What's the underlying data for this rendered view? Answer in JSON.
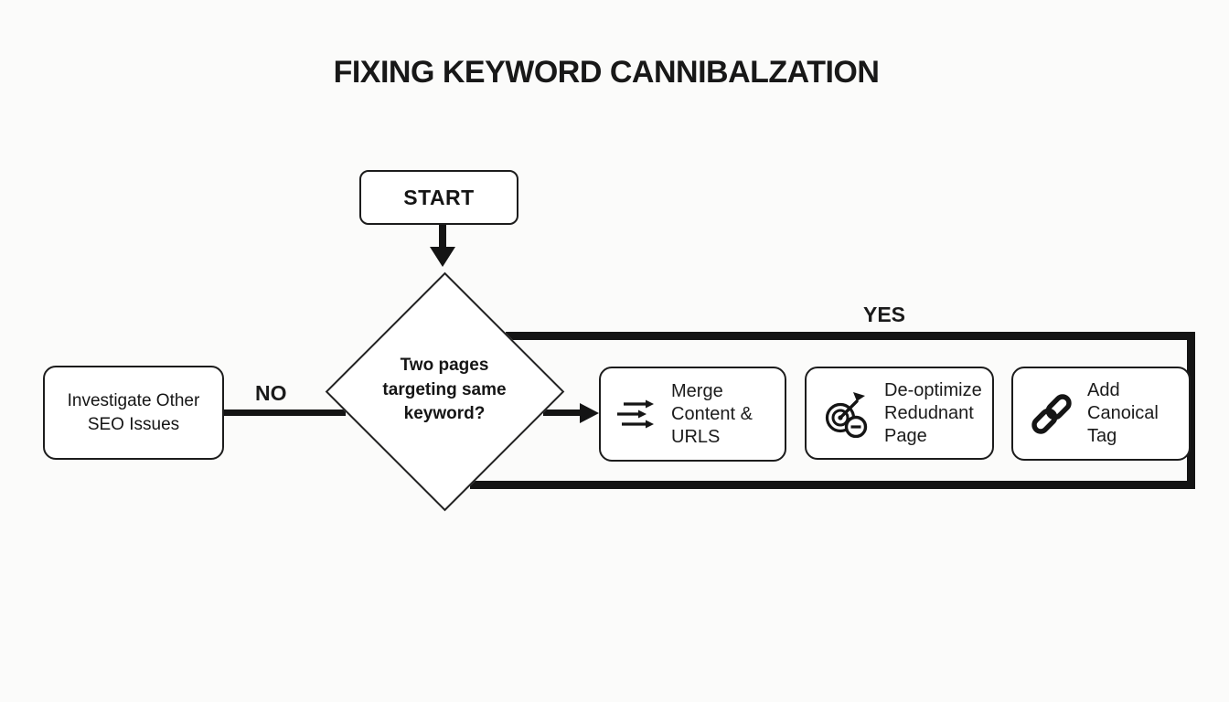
{
  "title": "FIXING KEYWORD CANNIBALZATION",
  "flowchart": {
    "start": {
      "label": "START"
    },
    "decision": {
      "label": "Two pages targeting same keyword?"
    },
    "no_branch": {
      "label": "NO",
      "action": {
        "label": "Investigate Other SEO Issues"
      }
    },
    "yes_branch": {
      "label": "YES",
      "actions": [
        {
          "label": "Merge Content & URLS",
          "icon": "merge-arrows-icon"
        },
        {
          "label": "De-optimize Redudnant Page",
          "icon": "deoptimize-target-icon"
        },
        {
          "label": "Add Canoical Tag",
          "icon": "chain-link-icon"
        }
      ]
    }
  },
  "colors": {
    "background": "#fbfbfa",
    "node_fill": "#ffffff",
    "stroke": "#1c1c1c",
    "connector": "#141414",
    "text": "#151515"
  }
}
